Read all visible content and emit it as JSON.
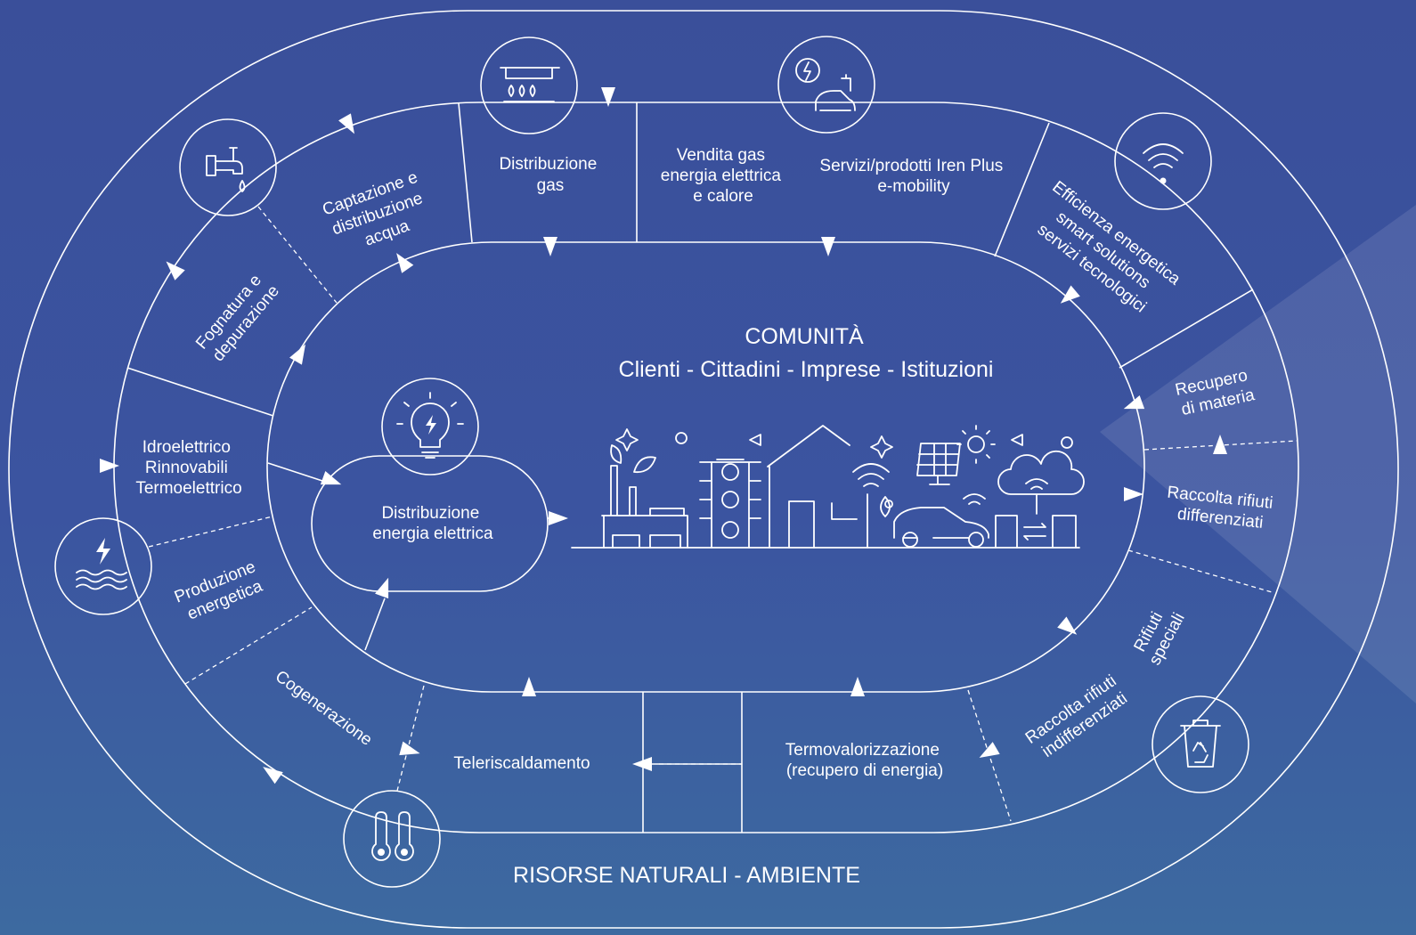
{
  "colors": {
    "background_top": "#3a4f9a",
    "background_bottom": "#3d6aa0",
    "line": "#ffffff"
  },
  "center": {
    "title": "COMUNITÀ",
    "subtitle": "Clienti - Cittadini - Imprese - Istituzioni"
  },
  "bottom_label": "RISORSE NATURALI - AMBIENTE",
  "segments": {
    "captazione": [
      "Captazione e",
      "distribuzione",
      "acqua"
    ],
    "distribuzione_gas": [
      "Distribuzione",
      "gas"
    ],
    "vendita": [
      "Vendita gas",
      "energia elettrica",
      "e calore"
    ],
    "servizi": [
      "Servizi/prodotti Iren Plus",
      "e-mobility"
    ],
    "efficienza": [
      "Efficienza energetica",
      "smart solutions",
      "servizi tecnologici"
    ],
    "recupero": [
      "Recupero",
      "di materia"
    ],
    "raccolta_diff": [
      "Raccolta rifiuti",
      "differenziati"
    ],
    "rifiuti_speciali": [
      "Rifiuti",
      "speciali"
    ],
    "raccolta_indiff": [
      "Raccolta rifiuti",
      "indifferenziati"
    ],
    "termovalorizzazione": [
      "Termovalorizzazione",
      "(recupero di energia)"
    ],
    "teleriscaldamento": [
      "Teleriscaldamento"
    ],
    "cogenerazione": [
      "Cogenerazione"
    ],
    "produzione": [
      "Produzione",
      "energetica"
    ],
    "idroelettrico": [
      "Idroelettrico",
      "Rinnovabili",
      "Termoelettrico"
    ],
    "fognatura": [
      "Fognatura e",
      "depurazione"
    ],
    "distribuzione_ee": [
      "Distribuzione",
      "energia elettrica"
    ]
  },
  "icons": [
    "water-tap-icon",
    "gas-burner-icon",
    "energy-car-icon",
    "wifi-icon",
    "recycle-bin-icon",
    "thermometer-icon",
    "hydro-power-icon",
    "lightbulb-icon",
    "city-icon"
  ]
}
